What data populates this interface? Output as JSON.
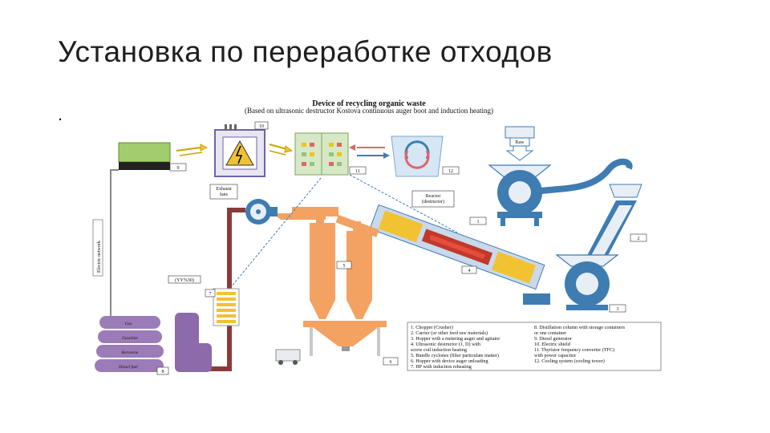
{
  "slide": {
    "title": "Установка по переработке отходов",
    "bullet": "."
  },
  "diagram": {
    "title": "Device of recycling organic waste",
    "subtitle": "(Based on ultrasonic destructor Kostova continuous auger boot and induction heating)",
    "labels": {
      "raw": "Raw",
      "exhaust_fan": "Exhaust\nfans",
      "reactor": "Reactor\n(destructor)",
      "tfc_label": "(YY%30)",
      "vertical": "Electric network"
    },
    "tanks": [
      "Gas",
      "Gasoline",
      "Kerosene",
      "Diesel fuel"
    ],
    "numbers": [
      "1",
      "2",
      "3",
      "4",
      "5",
      "6",
      "7",
      "8",
      "9",
      "10",
      "11",
      "12"
    ],
    "legend_left": [
      "1. Chopper (Crusher)",
      "2. Carrier (or other feed raw materials)",
      "3. Hopper with a metering auger and agitator",
      "4. Ultrasonic destructor (1, D) with",
      "   screw coil induction heating",
      "5. Bundle cyclones (filter particulate matter)",
      "6. Hopper with device auger unloading",
      "7. HP with induction reheating"
    ],
    "legend_right": [
      "8. Distillation column with storage containers",
      "   or one container",
      "9. Diesel generator",
      "10. Electric shield",
      "11. Thyristor frequency converter (TFC)",
      "   with power capacitor",
      "12. Cooling system (cooling tower)"
    ],
    "colors": {
      "orange": "#F4A261",
      "blue": "#3E7CB1",
      "purple": "#9B7BB8",
      "brown": "#8B3A3A",
      "green": "#8CC152"
    }
  }
}
